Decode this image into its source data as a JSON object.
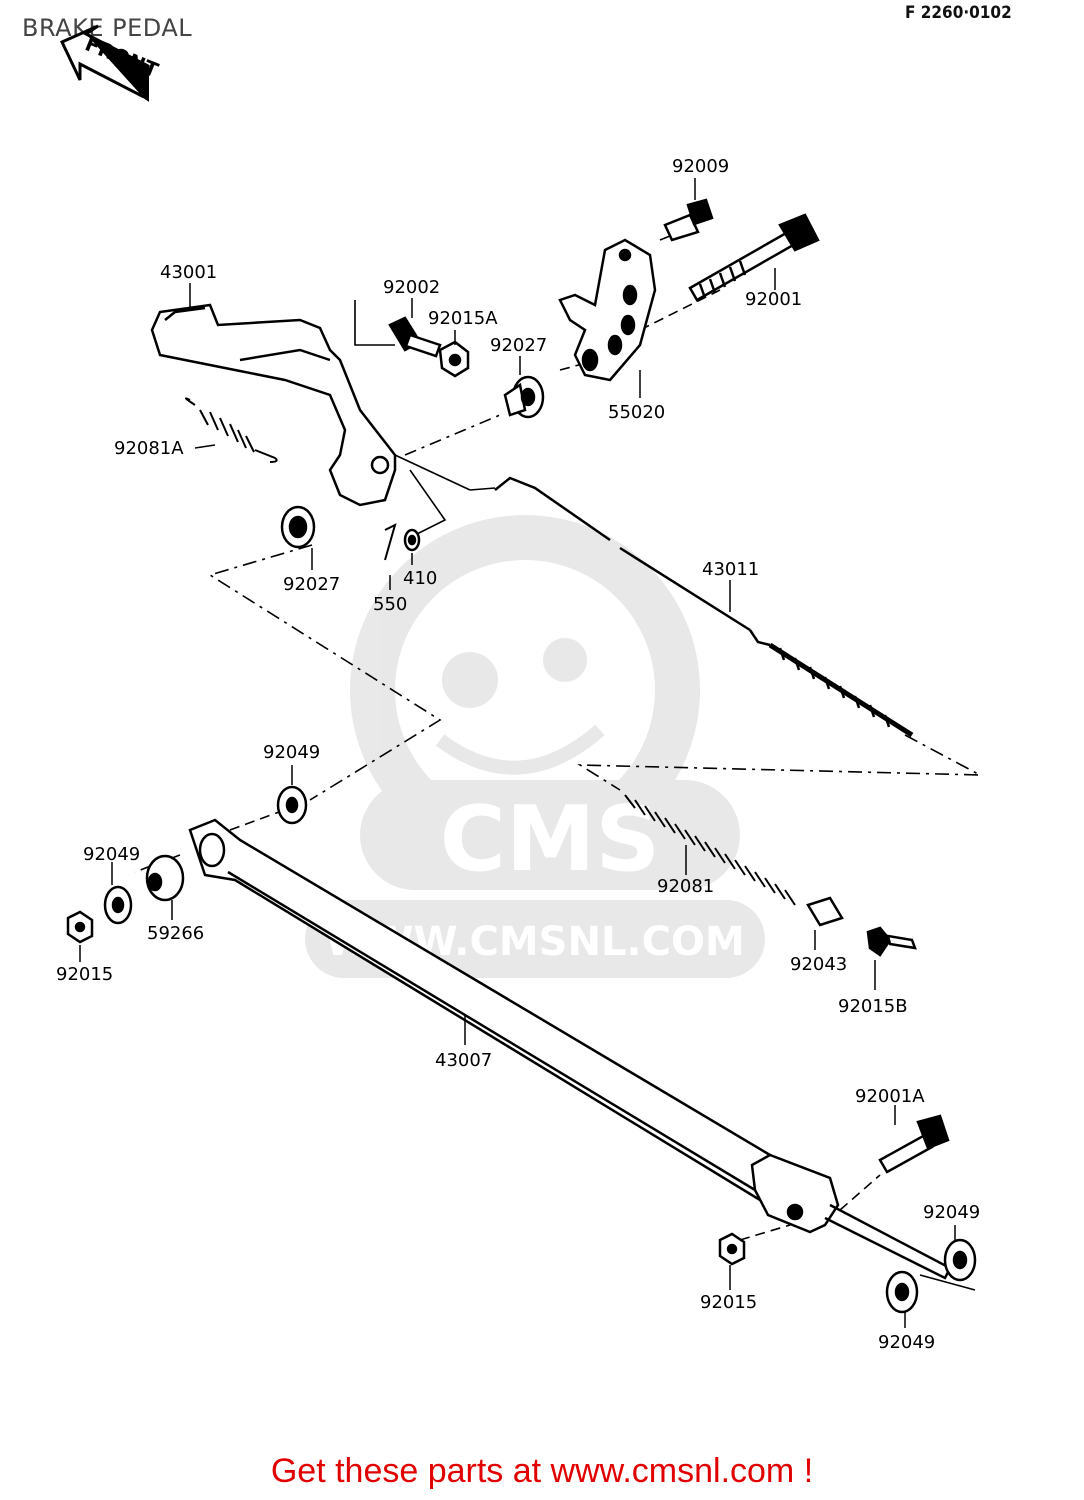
{
  "header": {
    "title": "BRAKE PEDAL",
    "figure_code": "F 2260·0102",
    "front_label": "FRONT"
  },
  "watermark": {
    "logo_text": "CMS",
    "url_text": "WWW.CMSNL.COM"
  },
  "parts": [
    {
      "number": "92009"
    },
    {
      "number": "43001"
    },
    {
      "number": "92002"
    },
    {
      "number": "92015A"
    },
    {
      "number": "92001"
    },
    {
      "number": "92027"
    },
    {
      "number": "55020"
    },
    {
      "number": "92081A"
    },
    {
      "number": "43011"
    },
    {
      "number": "92027"
    },
    {
      "number": "410"
    },
    {
      "number": "550"
    },
    {
      "number": "92049"
    },
    {
      "number": "92049"
    },
    {
      "number": "59266"
    },
    {
      "number": "92015"
    },
    {
      "number": "92081"
    },
    {
      "number": "92043"
    },
    {
      "number": "92015B"
    },
    {
      "number": "43007"
    },
    {
      "number": "92001A"
    },
    {
      "number": "92049"
    },
    {
      "number": "92015"
    },
    {
      "number": "92049"
    }
  ],
  "footer": {
    "text": "Get these parts at www.cmsnl.com !"
  }
}
